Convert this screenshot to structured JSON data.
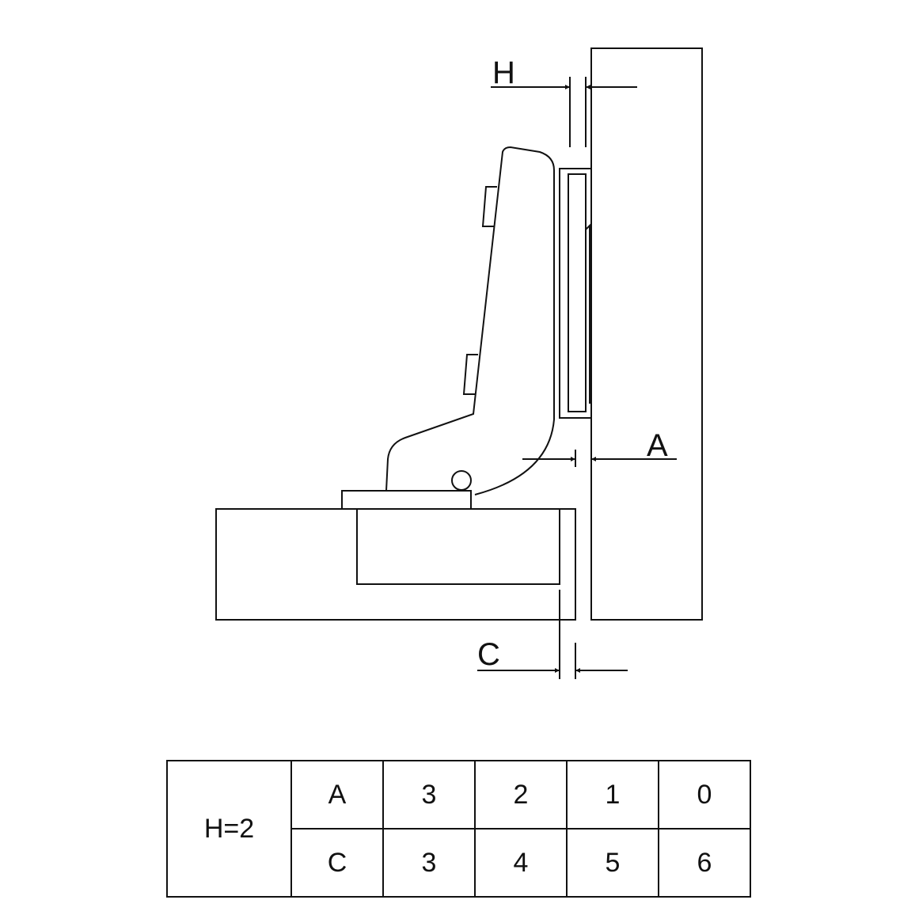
{
  "diagram": {
    "labels": {
      "h": "H",
      "a": "A",
      "c": "C"
    }
  },
  "table": {
    "h_value": "H=2",
    "rows": [
      {
        "label": "A",
        "values": [
          "3",
          "2",
          "1",
          "0"
        ]
      },
      {
        "label": "C",
        "values": [
          "3",
          "4",
          "5",
          "6"
        ]
      }
    ]
  },
  "colors": {
    "line": "#111111",
    "background": "#ffffff"
  }
}
